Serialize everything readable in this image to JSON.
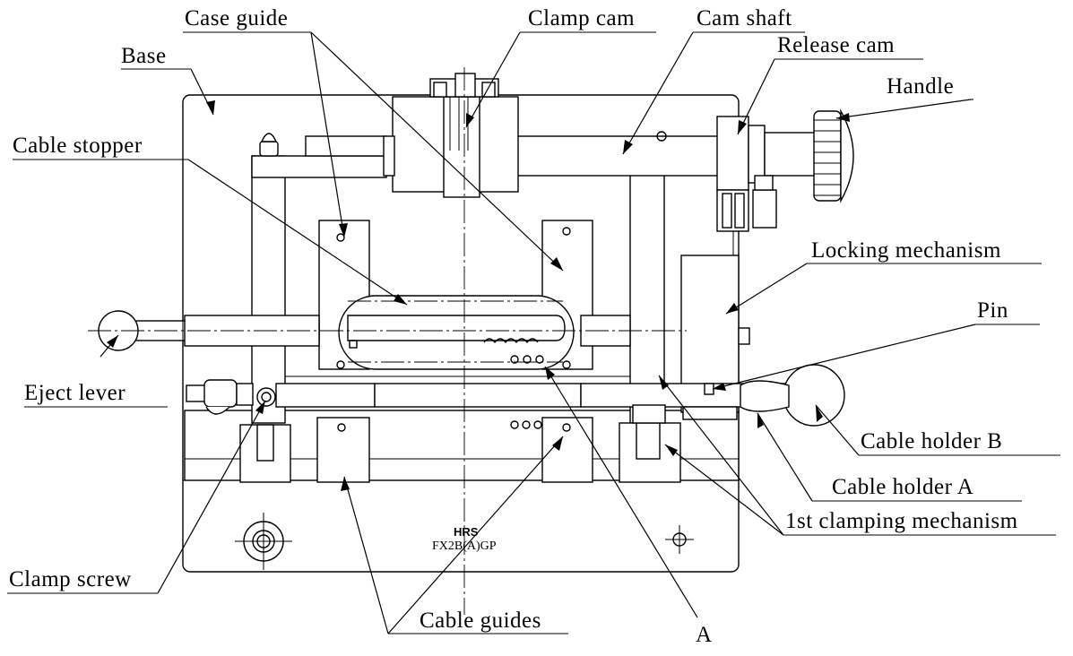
{
  "labels": {
    "base": "Base",
    "case_guide": "Case guide",
    "clamp_cam": "Clamp cam",
    "cam_shaft": "Cam shaft",
    "release_cam": "Release cam",
    "handle": "Handle",
    "cable_stopper": "Cable stopper",
    "locking_mechanism": "Locking mechanism",
    "pin": "Pin",
    "eject_lever": "Eject lever",
    "cable_holder_b": "Cable holder B",
    "cable_holder_a": "Cable holder A",
    "first_clamping_mechanism": "1st clamping mechanism",
    "clamp_screw": "Clamp screw",
    "cable_guides": "Cable guides",
    "detail_a": "A"
  },
  "marking": {
    "logo": "HRS",
    "model": "FX2B(A)GP"
  }
}
